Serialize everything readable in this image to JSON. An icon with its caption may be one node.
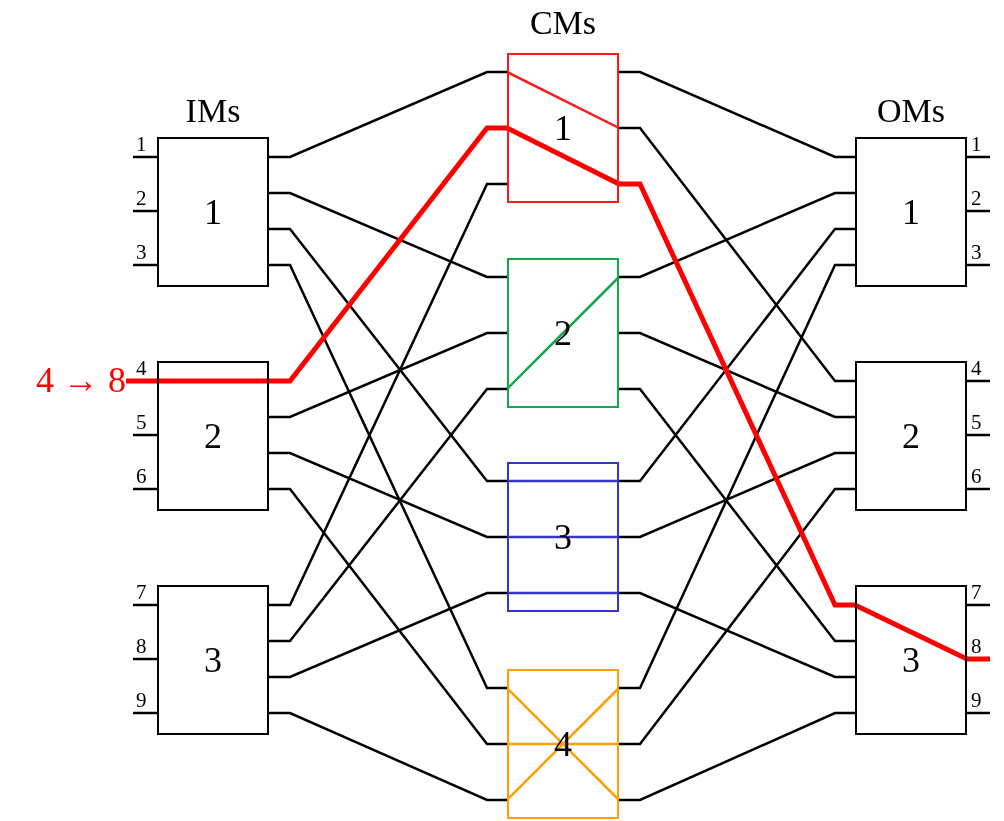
{
  "diagram": {
    "nodes": [
      {
        "text": [
          "1"
        ],
        "beside": [
          "1",
          "2",
          "3"
        ]
      },
      {
        "text": [
          "2"
        ],
        "beside": [
          "4",
          "5",
          "6"
        ]
      },
      {
        "text": [
          "3"
        ],
        "beside": [
          "7",
          "8",
          "9"
        ]
      },
      {
        "text": [
          "1"
        ]
      },
      {
        "text": [
          "2"
        ]
      },
      {
        "text": [
          "3"
        ]
      },
      {
        "text": [
          "4"
        ]
      },
      {
        "text": [
          "1"
        ],
        "beside": [
          "1",
          "2",
          "3"
        ]
      },
      {
        "text": [
          "2"
        ],
        "beside": [
          "4",
          "5",
          "6"
        ]
      },
      {
        "text": [
          "3"
        ],
        "beside": [
          "7",
          "8",
          "9"
        ]
      },
      {
        "text": [
          "4 → 8"
        ]
      }
    ],
    "edges": [
      {
        "from": 0,
        "to": 3,
        "arrow": "none"
      },
      {
        "from": 0,
        "to": 4,
        "arrow": "none"
      },
      {
        "from": 0,
        "to": 5,
        "arrow": "none"
      },
      {
        "from": 0,
        "to": 6,
        "arrow": "none"
      },
      {
        "from": 1,
        "to": 3,
        "arrow": "none",
        "style": "thick",
        "color": "#ff0000"
      },
      {
        "from": 1,
        "to": 4,
        "arrow": "none"
      },
      {
        "from": 1,
        "to": 5,
        "arrow": "none"
      },
      {
        "from": 1,
        "to": 6,
        "arrow": "none"
      },
      {
        "from": 2,
        "to": 3,
        "arrow": "none"
      },
      {
        "from": 2,
        "to": 4,
        "arrow": "none"
      },
      {
        "from": 2,
        "to": 5,
        "arrow": "none"
      },
      {
        "from": 2,
        "to": 6,
        "arrow": "none"
      },
      {
        "from": 3,
        "to": 7,
        "arrow": "none"
      },
      {
        "from": 3,
        "to": 8,
        "arrow": "none"
      },
      {
        "from": 3,
        "to": 9,
        "arrow": "none",
        "style": "thick",
        "color": "#ff0000"
      },
      {
        "from": 4,
        "to": 7,
        "arrow": "none"
      },
      {
        "from": 4,
        "to": 8,
        "arrow": "none"
      },
      {
        "from": 4,
        "to": 9,
        "arrow": "none"
      },
      {
        "from": 5,
        "to": 7,
        "arrow": "none"
      },
      {
        "from": 5,
        "to": 8,
        "arrow": "none"
      },
      {
        "from": 5,
        "to": 9,
        "arrow": "none"
      },
      {
        "from": 6,
        "to": 7,
        "arrow": "none"
      },
      {
        "from": 6,
        "to": 8,
        "arrow": "none"
      },
      {
        "from": 6,
        "to": 9,
        "arrow": "none"
      },
      {
        "from": 10,
        "to": 1,
        "arrow": "none",
        "style": "thick",
        "color": "#ff0000"
      },
      {
        "from": 9,
        "to": null,
        "arrow": "none",
        "style": "thick",
        "color": "#ff0000"
      }
    ],
    "labels": [
      "CMs",
      "IMs",
      "OMs"
    ]
  }
}
